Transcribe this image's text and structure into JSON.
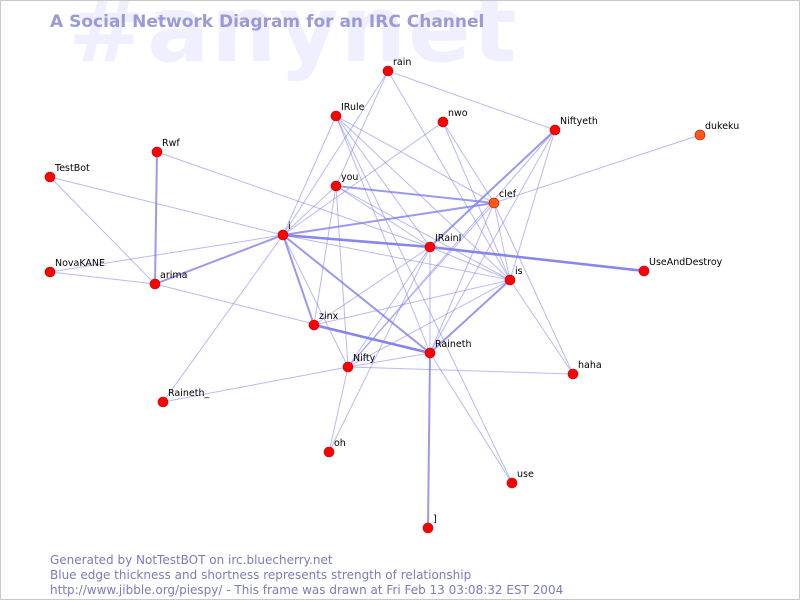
{
  "diagram": {
    "watermark": "#anynet",
    "title": "A Social Network Diagram for an IRC Channel",
    "footer": {
      "generated_by": "Generated by NotTestBOT on irc.bluecherry.net",
      "legend_note": "Blue edge thickness and shortness represents strength of relationship",
      "frame_info": "http://www.jibble.org/piespy/ - This frame was drawn at Fri Feb 13 03:08:32 EST 2004"
    },
    "colors": {
      "node_default": "#ff0000",
      "node_highlight": "#ff5a14",
      "edge": "#8080ee",
      "label": "#000000"
    },
    "nodes": [
      {
        "id": "rain",
        "label": "rain",
        "highlight": false
      },
      {
        "id": "IRule",
        "label": "IRule",
        "highlight": false
      },
      {
        "id": "nwo",
        "label": "nwo",
        "highlight": false
      },
      {
        "id": "Niftyeth",
        "label": "Niftyeth",
        "highlight": false
      },
      {
        "id": "dukeku",
        "label": "dukeku",
        "highlight": true
      },
      {
        "id": "Rwf",
        "label": "Rwf",
        "highlight": false
      },
      {
        "id": "TestBot",
        "label": "TestBot",
        "highlight": false
      },
      {
        "id": "you",
        "label": "you",
        "highlight": false
      },
      {
        "id": "clef",
        "label": "clef",
        "highlight": true
      },
      {
        "id": "i",
        "label": "i",
        "highlight": false
      },
      {
        "id": "IRainI",
        "label": "IRainI",
        "highlight": false
      },
      {
        "id": "NovaKANE",
        "label": "NovaKANE",
        "highlight": false
      },
      {
        "id": "arima",
        "label": "arima",
        "highlight": false
      },
      {
        "id": "is",
        "label": "is",
        "highlight": false
      },
      {
        "id": "UseAndDestroy",
        "label": "UseAndDestroy",
        "highlight": false
      },
      {
        "id": "zinx",
        "label": "zinx",
        "highlight": false
      },
      {
        "id": "Raineth",
        "label": "Raineth",
        "highlight": false
      },
      {
        "id": "Nifty",
        "label": "Nifty",
        "highlight": false
      },
      {
        "id": "haha",
        "label": "haha",
        "highlight": false
      },
      {
        "id": "Raineth_",
        "label": "Raineth_",
        "highlight": false
      },
      {
        "id": "oh",
        "label": "oh",
        "highlight": false
      },
      {
        "id": "use",
        "label": "use",
        "highlight": false
      },
      {
        "id": "]",
        "label": "]",
        "highlight": false
      }
    ],
    "edges": [
      {
        "source": "i",
        "target": "IRainI",
        "weight": 3
      },
      {
        "source": "i",
        "target": "clef",
        "weight": 2
      },
      {
        "source": "i",
        "target": "arima",
        "weight": 2
      },
      {
        "source": "i",
        "target": "zinx",
        "weight": 2
      },
      {
        "source": "i",
        "target": "Raineth",
        "weight": 2
      },
      {
        "source": "i",
        "target": "Nifty",
        "weight": 1
      },
      {
        "source": "i",
        "target": "IRule",
        "weight": 1
      },
      {
        "source": "i",
        "target": "you",
        "weight": 1
      },
      {
        "source": "i",
        "target": "rain",
        "weight": 1
      },
      {
        "source": "i",
        "target": "nwo",
        "weight": 1
      },
      {
        "source": "i",
        "target": "TestBot",
        "weight": 1
      },
      {
        "source": "i",
        "target": "NovaKANE",
        "weight": 1
      },
      {
        "source": "i",
        "target": "Raineth_",
        "weight": 1
      },
      {
        "source": "i",
        "target": "is",
        "weight": 1
      },
      {
        "source": "IRainI",
        "target": "UseAndDestroy",
        "weight": 3
      },
      {
        "source": "IRainI",
        "target": "Niftyeth",
        "weight": 2
      },
      {
        "source": "IRainI",
        "target": "zinx",
        "weight": 1
      },
      {
        "source": "IRainI",
        "target": "Nifty",
        "weight": 1
      },
      {
        "source": "IRainI",
        "target": "IRule",
        "weight": 1
      },
      {
        "source": "IRainI",
        "target": "you",
        "weight": 1
      },
      {
        "source": "IRainI",
        "target": "is",
        "weight": 1
      },
      {
        "source": "IRainI",
        "target": "oh",
        "weight": 1
      },
      {
        "source": "IRainI",
        "target": "Raineth",
        "weight": 1
      },
      {
        "source": "clef",
        "target": "dukeku",
        "weight": 1
      },
      {
        "source": "clef",
        "target": "IRule",
        "weight": 1
      },
      {
        "source": "clef",
        "target": "you",
        "weight": 2
      },
      {
        "source": "clef",
        "target": "Raineth",
        "weight": 1
      },
      {
        "source": "clef",
        "target": "Nifty",
        "weight": 1
      },
      {
        "source": "clef",
        "target": "is",
        "weight": 1
      },
      {
        "source": "clef",
        "target": "nwo",
        "weight": 1
      },
      {
        "source": "zinx",
        "target": "Raineth",
        "weight": 3
      },
      {
        "source": "zinx",
        "target": "you",
        "weight": 1
      },
      {
        "source": "zinx",
        "target": "is",
        "weight": 1
      },
      {
        "source": "Raineth",
        "target": "is",
        "weight": 2
      },
      {
        "source": "Raineth",
        "target": "Nifty",
        "weight": 1
      },
      {
        "source": "Raineth",
        "target": "]",
        "weight": 2
      },
      {
        "source": "Raineth",
        "target": "use",
        "weight": 1
      },
      {
        "source": "Raineth",
        "target": "Niftyeth",
        "weight": 1
      },
      {
        "source": "Raineth",
        "target": "arima",
        "weight": 1
      },
      {
        "source": "Raineth",
        "target": "IRule",
        "weight": 1
      },
      {
        "source": "Nifty",
        "target": "haha",
        "weight": 1
      },
      {
        "source": "Nifty",
        "target": "Raineth_",
        "weight": 1
      },
      {
        "source": "Nifty",
        "target": "oh",
        "weight": 1
      },
      {
        "source": "Nifty",
        "target": "is",
        "weight": 1
      },
      {
        "source": "Nifty",
        "target": "you",
        "weight": 1
      },
      {
        "source": "Nifty",
        "target": "Niftyeth",
        "weight": 1
      },
      {
        "source": "Rwf",
        "target": "arima",
        "weight": 2
      },
      {
        "source": "Rwf",
        "target": "IRainI",
        "weight": 1
      },
      {
        "source": "TestBot",
        "target": "arima",
        "weight": 1
      },
      {
        "source": "NovaKANE",
        "target": "arima",
        "weight": 1
      },
      {
        "source": "rain",
        "target": "you",
        "weight": 1
      },
      {
        "source": "rain",
        "target": "Niftyeth",
        "weight": 1
      },
      {
        "source": "rain",
        "target": "is",
        "weight": 1
      },
      {
        "source": "IRule",
        "target": "is",
        "weight": 1
      },
      {
        "source": "IRule",
        "target": "use",
        "weight": 1
      },
      {
        "source": "nwo",
        "target": "is",
        "weight": 1
      },
      {
        "source": "is",
        "target": "Niftyeth",
        "weight": 1
      },
      {
        "source": "is",
        "target": "haha",
        "weight": 1
      },
      {
        "source": "is",
        "target": "you",
        "weight": 1
      },
      {
        "source": "clef",
        "target": "haha",
        "weight": 1
      }
    ]
  }
}
